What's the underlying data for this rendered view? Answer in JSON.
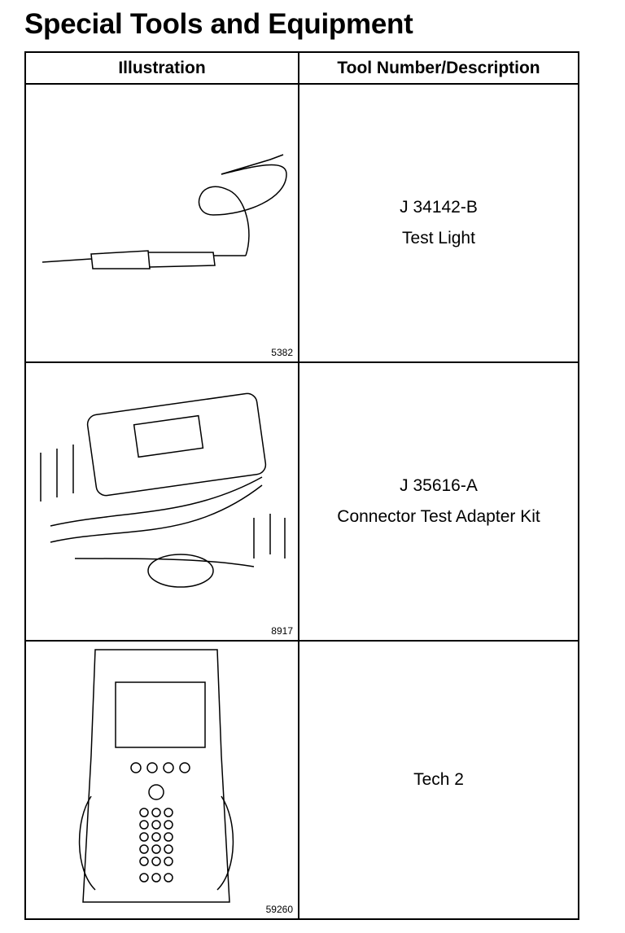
{
  "title": "Special Tools and Equipment",
  "headers": {
    "illustration": "Illustration",
    "tool": "Tool Number/Description"
  },
  "rows": [
    {
      "figure": "5382",
      "number": "J 34142-B",
      "description": "Test Light"
    },
    {
      "figure": "8917",
      "number": "J 35616-A",
      "description": "Connector Test Adapter Kit"
    },
    {
      "figure": "59260",
      "number": "",
      "description": "Tech 2"
    }
  ]
}
